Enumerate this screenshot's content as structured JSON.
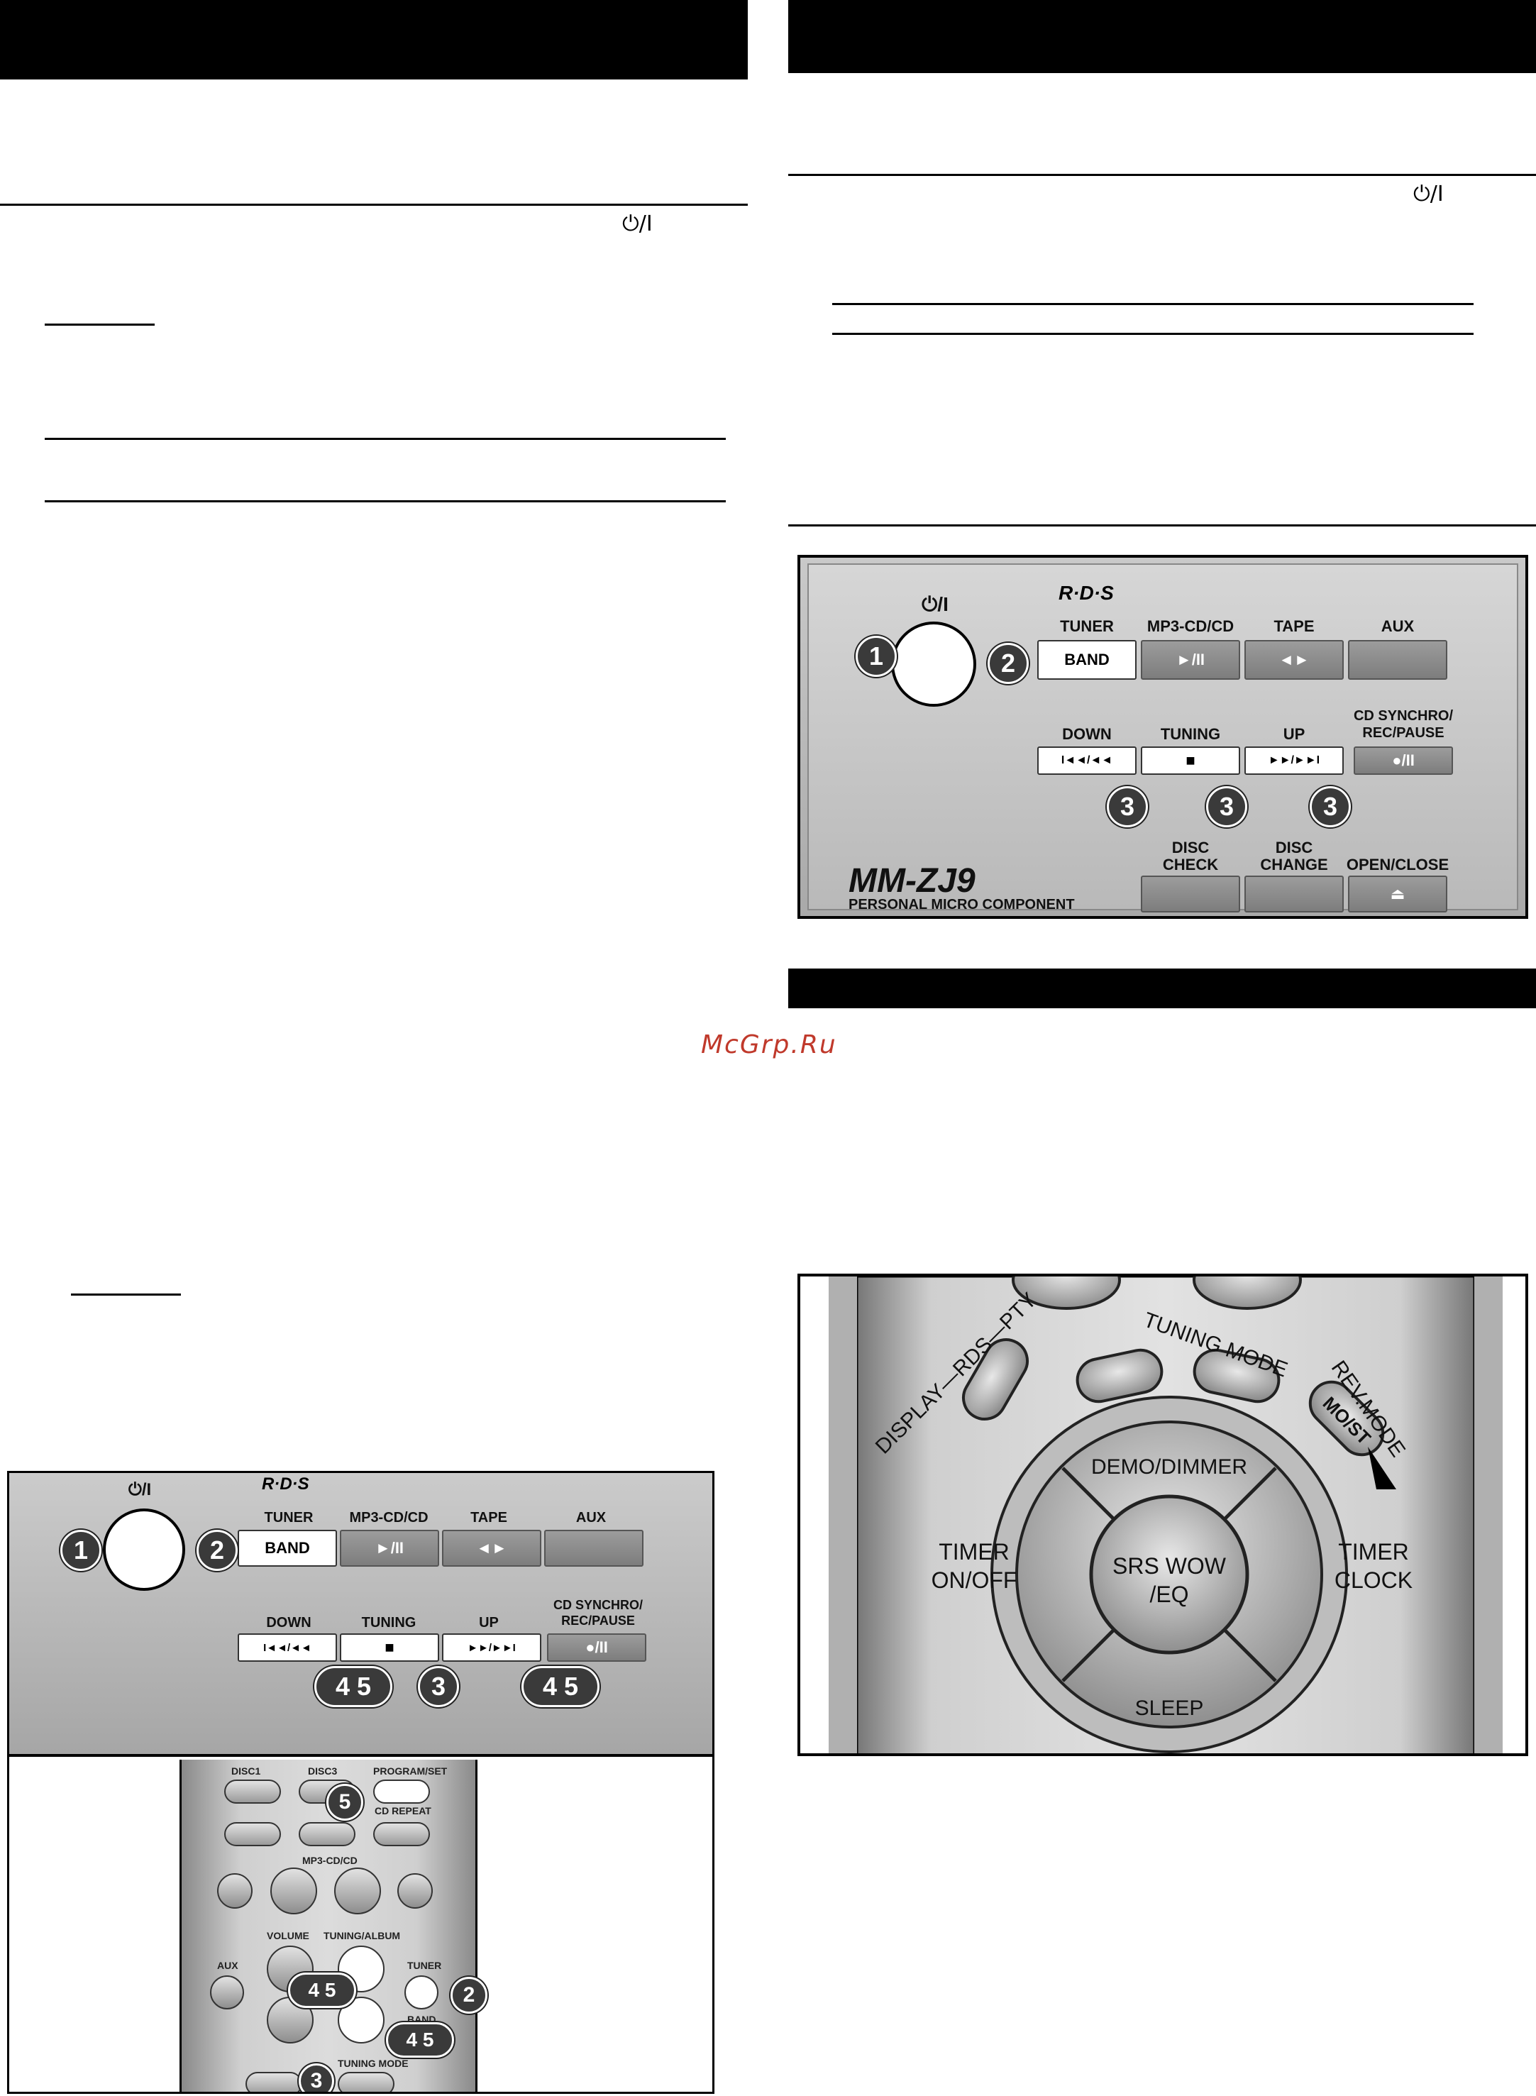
{
  "power_symbol": "⏻/I",
  "watermark": "McGrp.Ru",
  "front_panel_top": {
    "logo": "R·D·S",
    "power_label": "⏻/I",
    "labels": {
      "tuner": "TUNER",
      "mp3cd": "MP3-CD/CD",
      "tape": "TAPE",
      "aux": "AUX",
      "down": "DOWN",
      "tuning": "TUNING",
      "up": "UP",
      "cd_synchro": "CD SYNCHRO/",
      "rec_pause": "REC/PAUSE",
      "disc_check_1": "DISC",
      "disc_check_2": "CHECK",
      "disc_change_1": "DISC",
      "disc_change_2": "CHANGE",
      "open_close": "OPEN/CLOSE"
    },
    "buttons": {
      "band": "BAND",
      "play_pause": "►/II",
      "tape": "◄►",
      "prev": "I◄◄/◄◄",
      "stop": "■",
      "next": "►►/►►I",
      "rec": "●/II",
      "eject": "⏏"
    },
    "callouts": [
      "1",
      "2",
      "3",
      "3",
      "3"
    ],
    "model": "MM-ZJ9",
    "model_sub": "PERSONAL MICRO COMPONENT"
  },
  "remote_closeup": {
    "labels": {
      "display_rds_pty": "DISPLAY—RDS—PTY",
      "tuning_mode": "TUNING MODE",
      "rev_mode": "REV.MODE",
      "mo_st": "MO/ST",
      "demo_dimmer": "DEMO/DIMMER",
      "srs_wow": "SRS WOW",
      "eq": "/EQ",
      "timer_onoff_1": "TIMER",
      "timer_onoff_2": "ON/OFF",
      "timer_clock_1": "TIMER",
      "timer_clock_2": "CLOCK",
      "sleep": "SLEEP"
    }
  },
  "front_panel_bottom": {
    "logo": "R·D·S",
    "power_label": "⏻/I",
    "labels": {
      "tuner": "TUNER",
      "mp3cd": "MP3-CD/CD",
      "tape": "TAPE",
      "aux": "AUX",
      "down": "DOWN",
      "tuning": "TUNING",
      "up": "UP",
      "cd_synchro": "CD SYNCHRO/",
      "rec_pause": "REC/PAUSE"
    },
    "buttons": {
      "band": "BAND",
      "play_pause": "►/II",
      "tape": "◄►",
      "prev": "I◄◄/◄◄",
      "stop": "■",
      "next": "►►/►►I",
      "rec": "●/II"
    },
    "callouts": {
      "power": "1",
      "band": "2",
      "down": "4 5",
      "tuning": "3",
      "up": "4 5"
    }
  },
  "remote_small": {
    "labels": {
      "disc1": "DISC1",
      "disc3": "DISC3",
      "program_set": "PROGRAM/SET",
      "cd_repeat": "CD REPEAT",
      "mp3cd": "MP3-CD/CD",
      "volume": "VOLUME",
      "tuning_album": "TUNING/ALBUM",
      "aux": "AUX",
      "tuner": "TUNER",
      "band": "BAND",
      "tuning_mode": "TUNING MODE"
    },
    "callouts": {
      "program": "5",
      "tuner": "2",
      "up": "4 5",
      "down": "4 5",
      "rds": "3"
    }
  }
}
